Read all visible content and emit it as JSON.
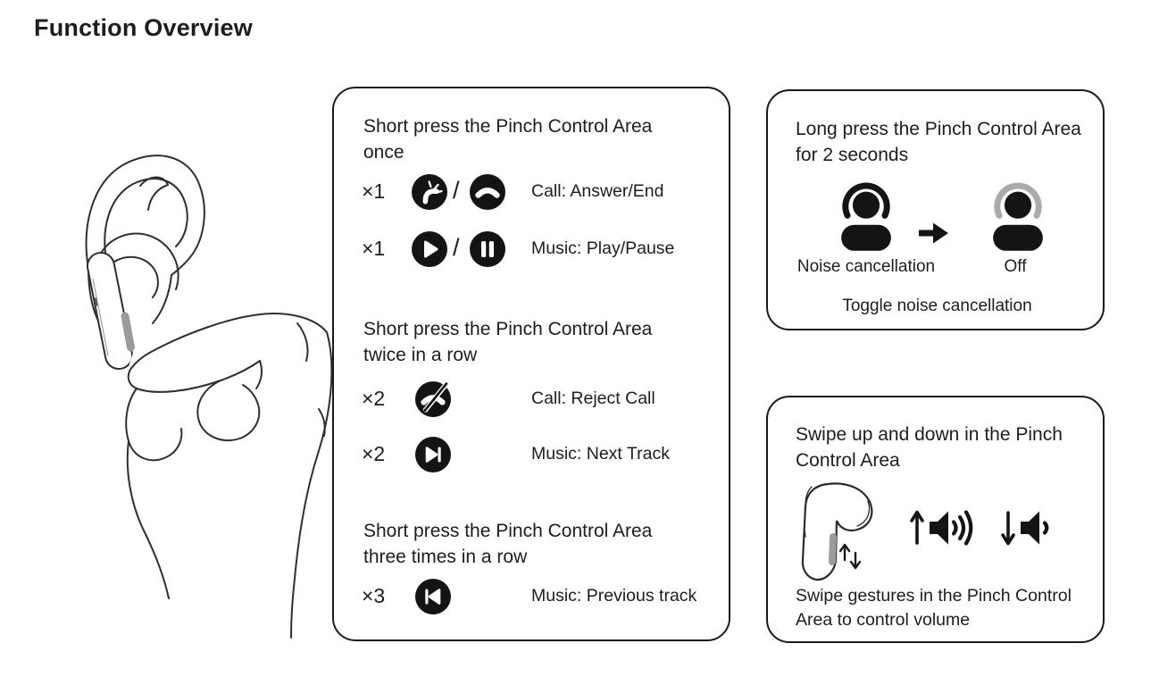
{
  "page": {
    "title": "Function Overview"
  },
  "colors": {
    "ink": "#1d1d1f",
    "icon_fill": "#141414",
    "accent_gray": "#ababab",
    "stripe_gray": "#9b9b9b"
  },
  "illustrations": {
    "hero": "hand-pinching-earbud-in-ear-icon",
    "earbud_swipe": "earbud-with-swipe-arrows-icon"
  },
  "panels": {
    "short_press": {
      "sections": [
        {
          "heading": "Short press the Pinch Control Area once",
          "rows": [
            {
              "count": "×1",
              "icons": [
                "call-answer-icon",
                "call-end-icon"
              ],
              "separator": "/",
              "label": "Call: Answer/End"
            },
            {
              "count": "×1",
              "icons": [
                "play-icon",
                "pause-icon"
              ],
              "separator": "/",
              "label": "Music: Play/Pause"
            }
          ]
        },
        {
          "heading": "Short press the Pinch Control Area twice in a row",
          "rows": [
            {
              "count": "×2",
              "icons": [
                "call-reject-icon"
              ],
              "label": "Call: Reject Call"
            },
            {
              "count": "×2",
              "icons": [
                "next-track-icon"
              ],
              "label": "Music: Next Track"
            }
          ]
        },
        {
          "heading": "Short press the Pinch Control Area three times in a row",
          "rows": [
            {
              "count": "×3",
              "icons": [
                "previous-track-icon"
              ],
              "label": "Music: Previous track"
            }
          ]
        }
      ]
    },
    "long_press": {
      "heading": "Long press the Pinch Control Area for 2 seconds",
      "icons": [
        "noise-cancellation-person-icon",
        "arrow-right-icon",
        "noise-cancellation-off-person-icon"
      ],
      "state_from": "Noise cancellation",
      "state_to": "Off",
      "caption": "Toggle noise cancellation"
    },
    "swipe": {
      "heading": "Swipe up and down in the Pinch Control Area",
      "icons": [
        "earbud-with-swipe-arrows-icon",
        "volume-up-icon",
        "volume-down-icon"
      ],
      "caption": "Swipe gestures in the Pinch Control Area to control volume"
    }
  }
}
